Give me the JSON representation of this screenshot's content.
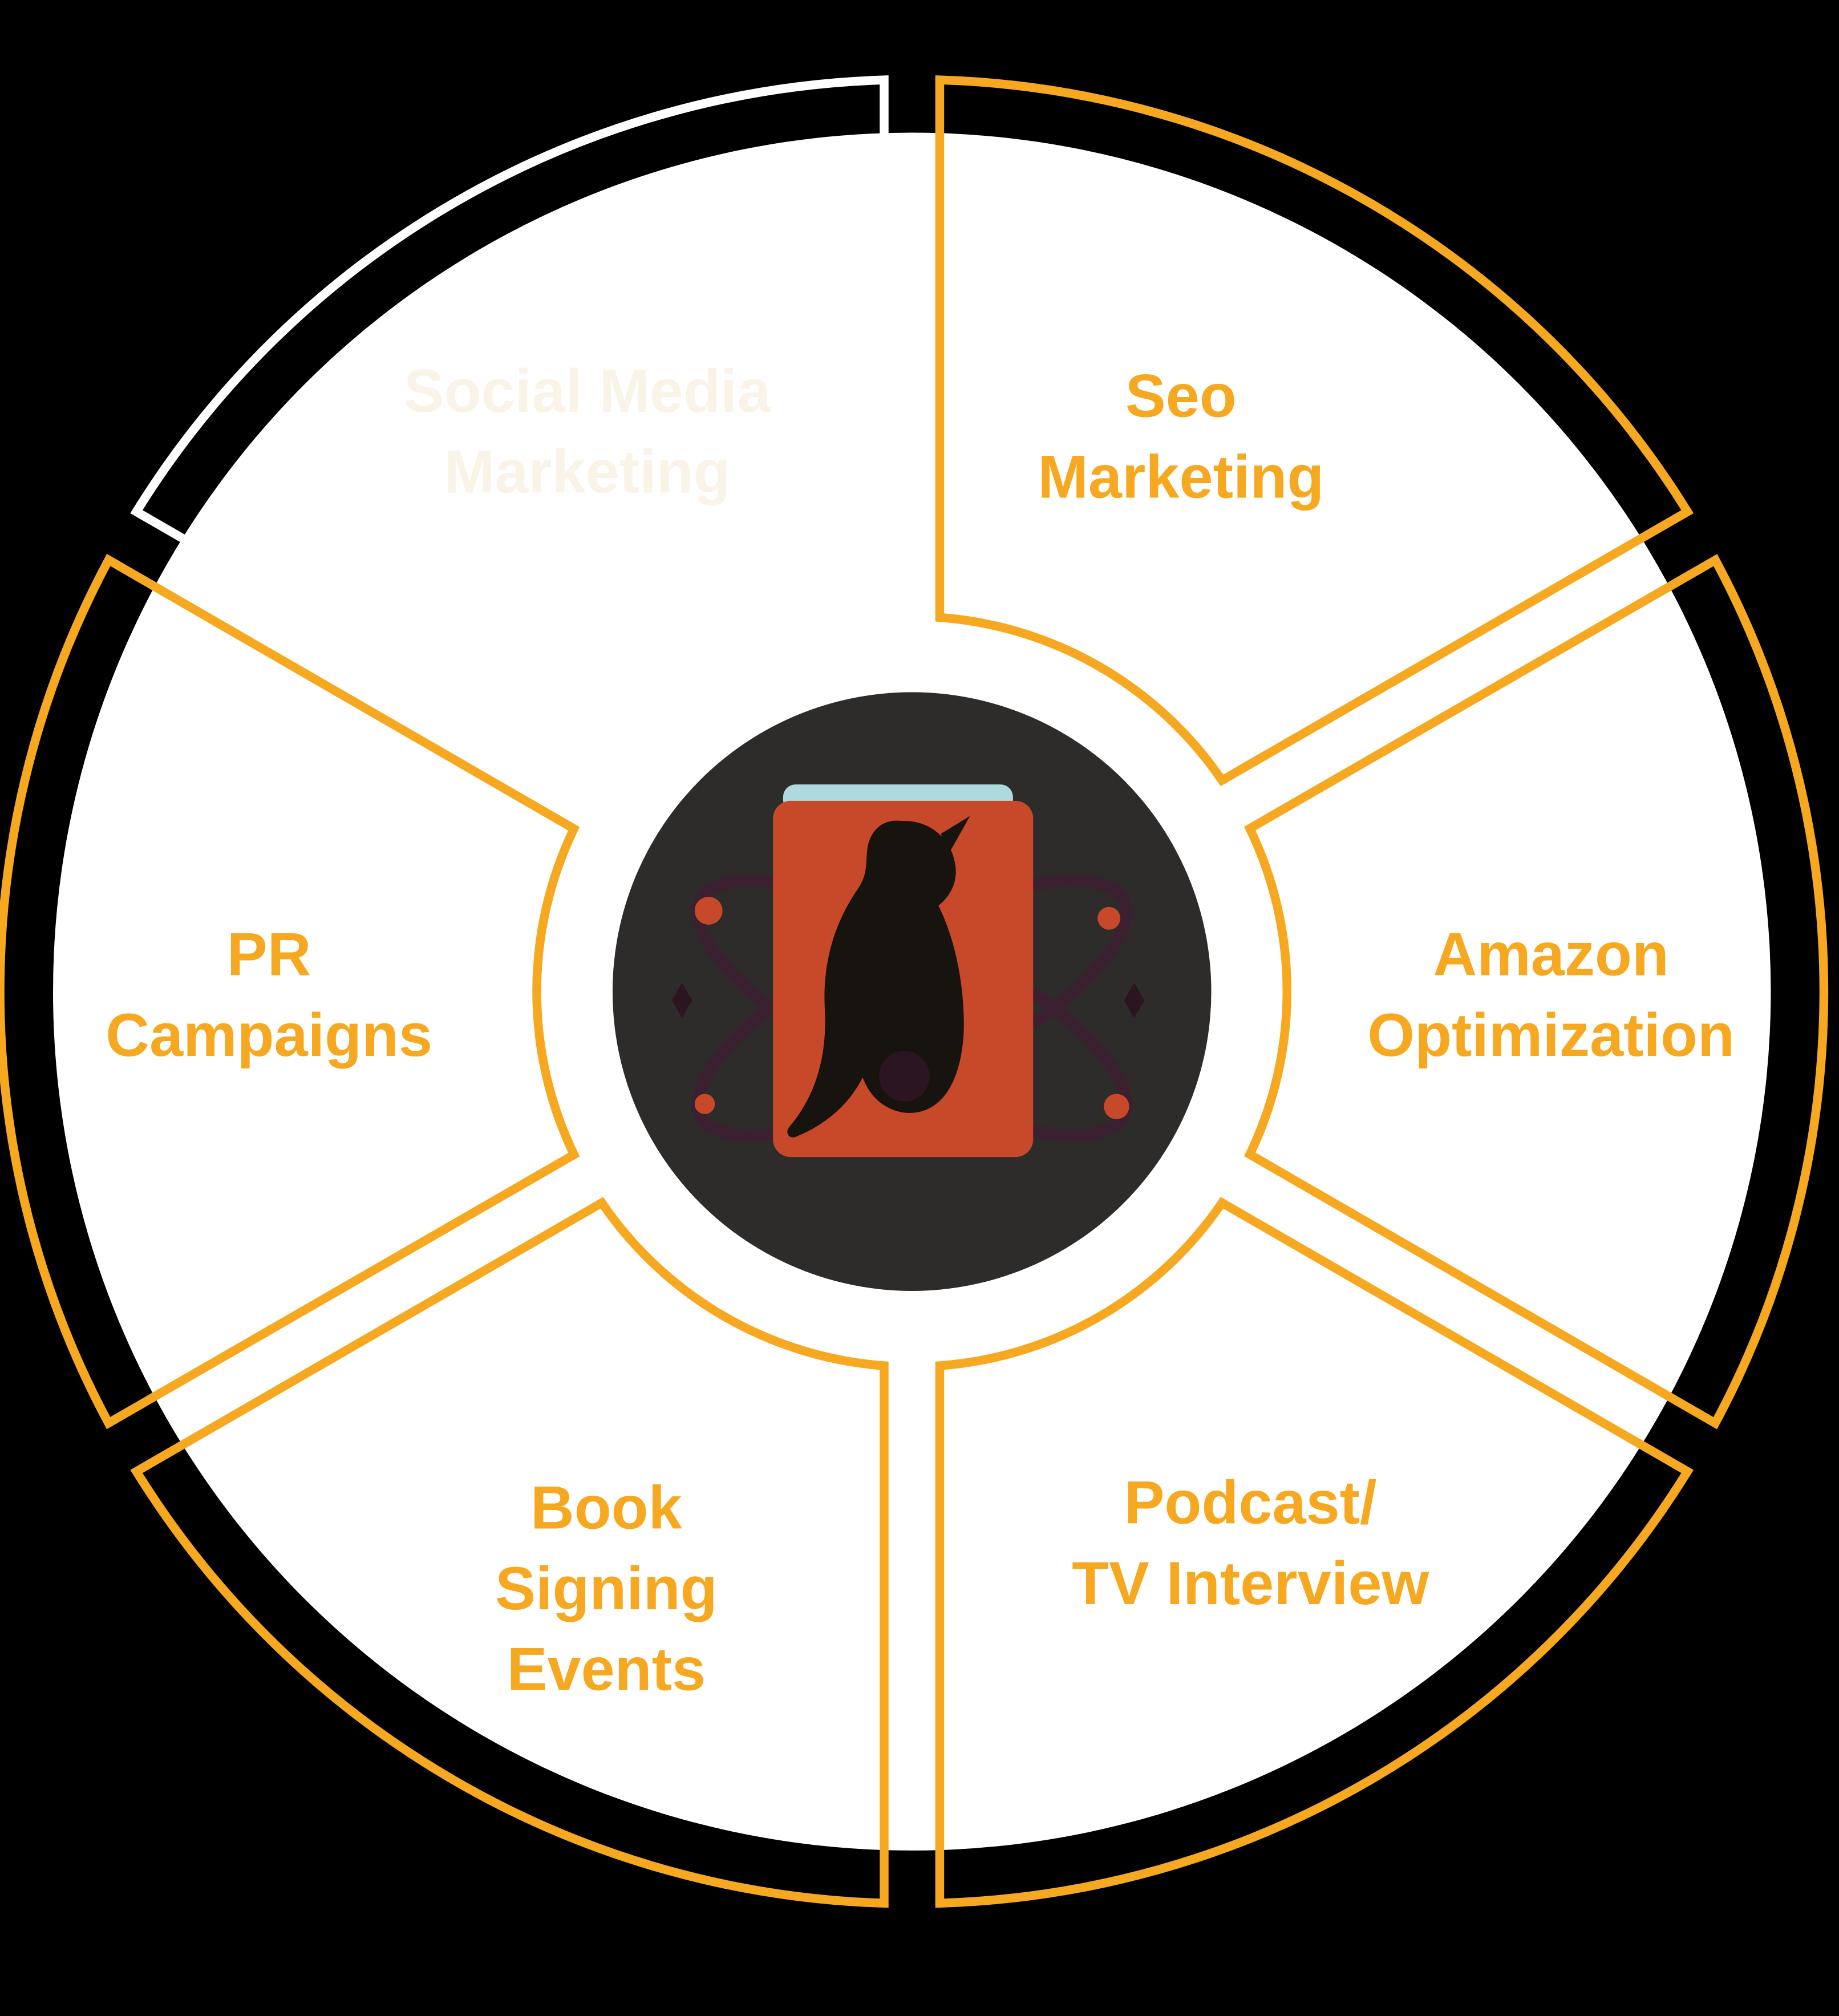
{
  "page": {
    "background": "#000000",
    "accent": "#F6A820"
  },
  "diagram": {
    "type": "wheel",
    "disc_color": "#FFFFFF",
    "center": {
      "logo": "book-atom-logo",
      "circle_color": "#2E2C2A",
      "book_color": "#C7492A",
      "pages_color": "#AEDADF",
      "penguin_color": "#17130F",
      "orbit_color": "#3B2030",
      "dot_color": "#C7492A",
      "node_color": "#2B1520",
      "sparkle_color": "#2B1520"
    },
    "segments": [
      {
        "id": "seo-marketing",
        "label_lines": [
          "Seo",
          "Marketing"
        ],
        "outline_color": "#F6A820",
        "text_color": "#F6A820"
      },
      {
        "id": "amazon-optimization",
        "label_lines": [
          "Amazon",
          "Optimization"
        ],
        "outline_color": "#F6A820",
        "text_color": "#F6A820"
      },
      {
        "id": "podcast-tv-interview",
        "label_lines": [
          "Podcast/",
          "TV Interview"
        ],
        "outline_color": "#F6A820",
        "text_color": "#F6A820"
      },
      {
        "id": "book-signing-events",
        "label_lines": [
          "Book",
          "Signing",
          "Events"
        ],
        "outline_color": "#F6A820",
        "text_color": "#F6A820"
      },
      {
        "id": "pr-campaigns",
        "label_lines": [
          "PR",
          "Campaigns"
        ],
        "outline_color": "#F6A820",
        "text_color": "#F6A820"
      },
      {
        "id": "top-left-faint",
        "label_lines": [
          "Social Media",
          "Marketing"
        ],
        "outline_color": "#FFFFFF",
        "text_color": "#FAF4E8"
      }
    ]
  }
}
